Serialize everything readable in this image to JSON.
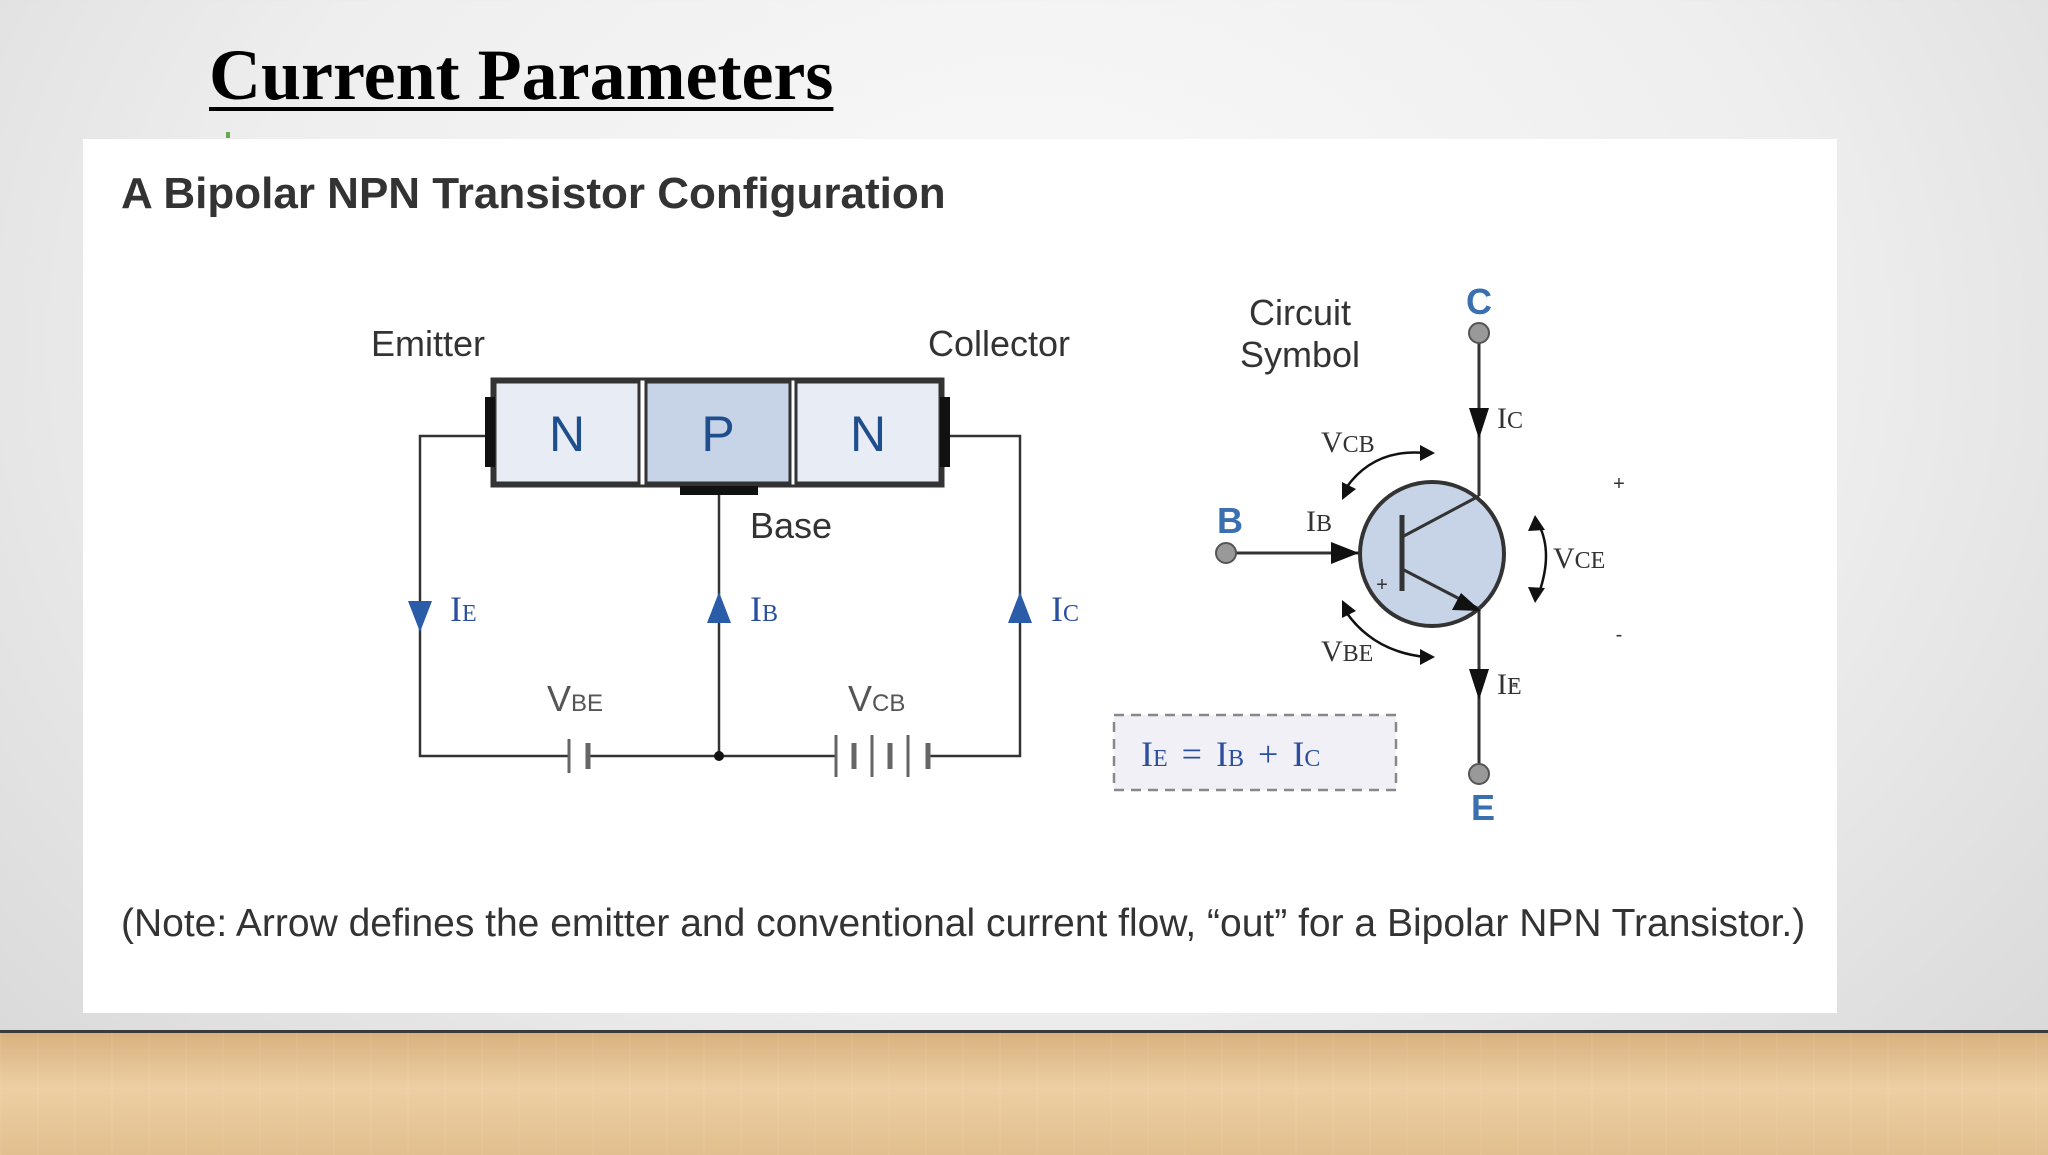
{
  "slide": {
    "title": "Current Parameters"
  },
  "figure": {
    "title": "A Bipolar NPN Transistor Configuration",
    "block_diagram": {
      "emitter_label": "Emitter",
      "collector_label": "Collector",
      "base_label": "Base",
      "regions": [
        "N",
        "P",
        "N"
      ],
      "ie_main": "I",
      "ie_sub": "E",
      "ib_main": "I",
      "ib_sub": "B",
      "ic_main": "I",
      "ic_sub": "C",
      "vbe_main": "V",
      "vbe_sub": "BE",
      "vcb_main": "V",
      "vcb_sub": "CB"
    },
    "formula": {
      "ie_main": "I",
      "ie_sub": "E",
      "equals": "=",
      "ib_main": "I",
      "ib_sub": "B",
      "plus": "+",
      "ic_main": "I",
      "ic_sub": "C"
    },
    "circuit_symbol": {
      "caption_line1": "Circuit",
      "caption_line2": "Symbol",
      "terminal_c": "C",
      "terminal_b": "B",
      "terminal_e": "E",
      "ic_main": "I",
      "ic_sub": "C",
      "ib_main": "I",
      "ib_sub": "B",
      "ie_main": "I",
      "ie_sub": "E",
      "vcb_main": "V",
      "vcb_sub": "CB",
      "vbe_main": "V",
      "vbe_sub": "BE",
      "vce_main": "V",
      "vce_sub": "CE",
      "plus_symbol": "+",
      "minus_symbol": "-"
    },
    "note": "(Note: Arrow defines the emitter and conventional current flow, “out” for a Bipolar NPN Transistor.)"
  },
  "colors": {
    "accent_blue": "#2b5ca8",
    "region_light": "#e8edf5",
    "region_base": "#c7d3e6",
    "formula_bg": "#f2f0f7"
  }
}
